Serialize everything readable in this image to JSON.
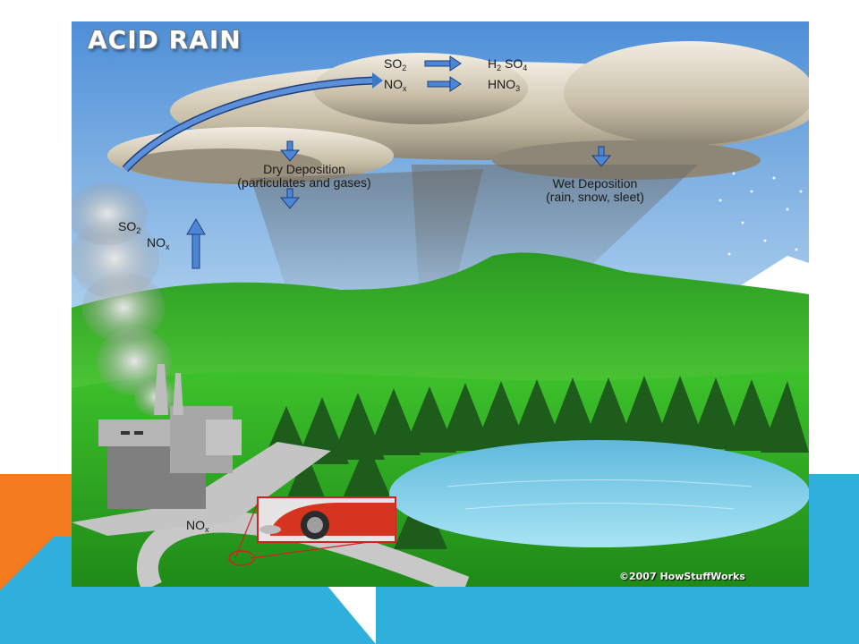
{
  "title": "ACID RAIN",
  "reactions": [
    {
      "reactant": "SO",
      "reactant_sub": "2",
      "product_a": "H",
      "product_b": " SO",
      "product_sub": "4"
    },
    {
      "reactant": "NO",
      "reactant_sub": "x",
      "product_a": "HNO",
      "product_b": "",
      "product_sub": "3"
    }
  ],
  "emissions": {
    "so2": "SO",
    "so2_sub": "2",
    "nox": "NO",
    "nox_sub": "x"
  },
  "car_emission": {
    "label": "NO",
    "sub": "x"
  },
  "dry_deposition": {
    "line1": "Dry Deposition",
    "line2": "(particulates and gases)"
  },
  "wet_deposition": {
    "line1": "Wet Deposition",
    "line2": "(rain, snow, sleet)"
  },
  "copyright": "©2007 HowStuffWorks",
  "colors": {
    "orange": "#f47a20",
    "blue": "#2fb0dc",
    "grass": "#3fbf2a",
    "arrow": "#3a78c8",
    "lake": "#7fd2ea"
  }
}
